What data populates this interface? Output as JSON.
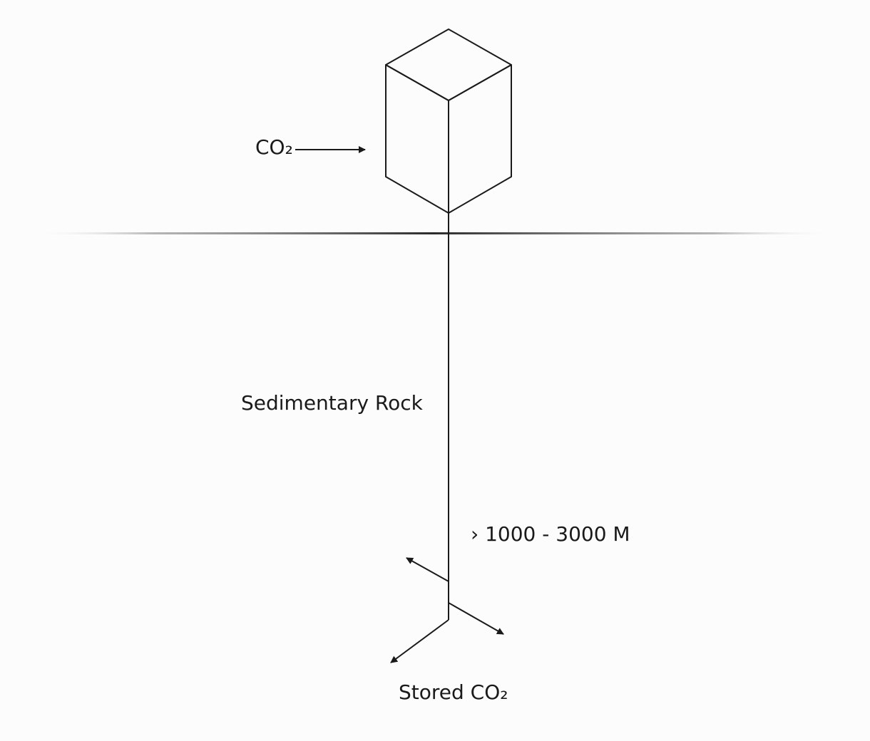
{
  "labels": {
    "co2_input": "CO₂",
    "rock": "Sedimentary Rock",
    "depth": "› 1000 - 3000 M",
    "stored": "Stored CO₂"
  },
  "colors": {
    "line": "#1a1a1a",
    "ground_line": "#9a9a9a",
    "background": "#fdfcfc"
  }
}
